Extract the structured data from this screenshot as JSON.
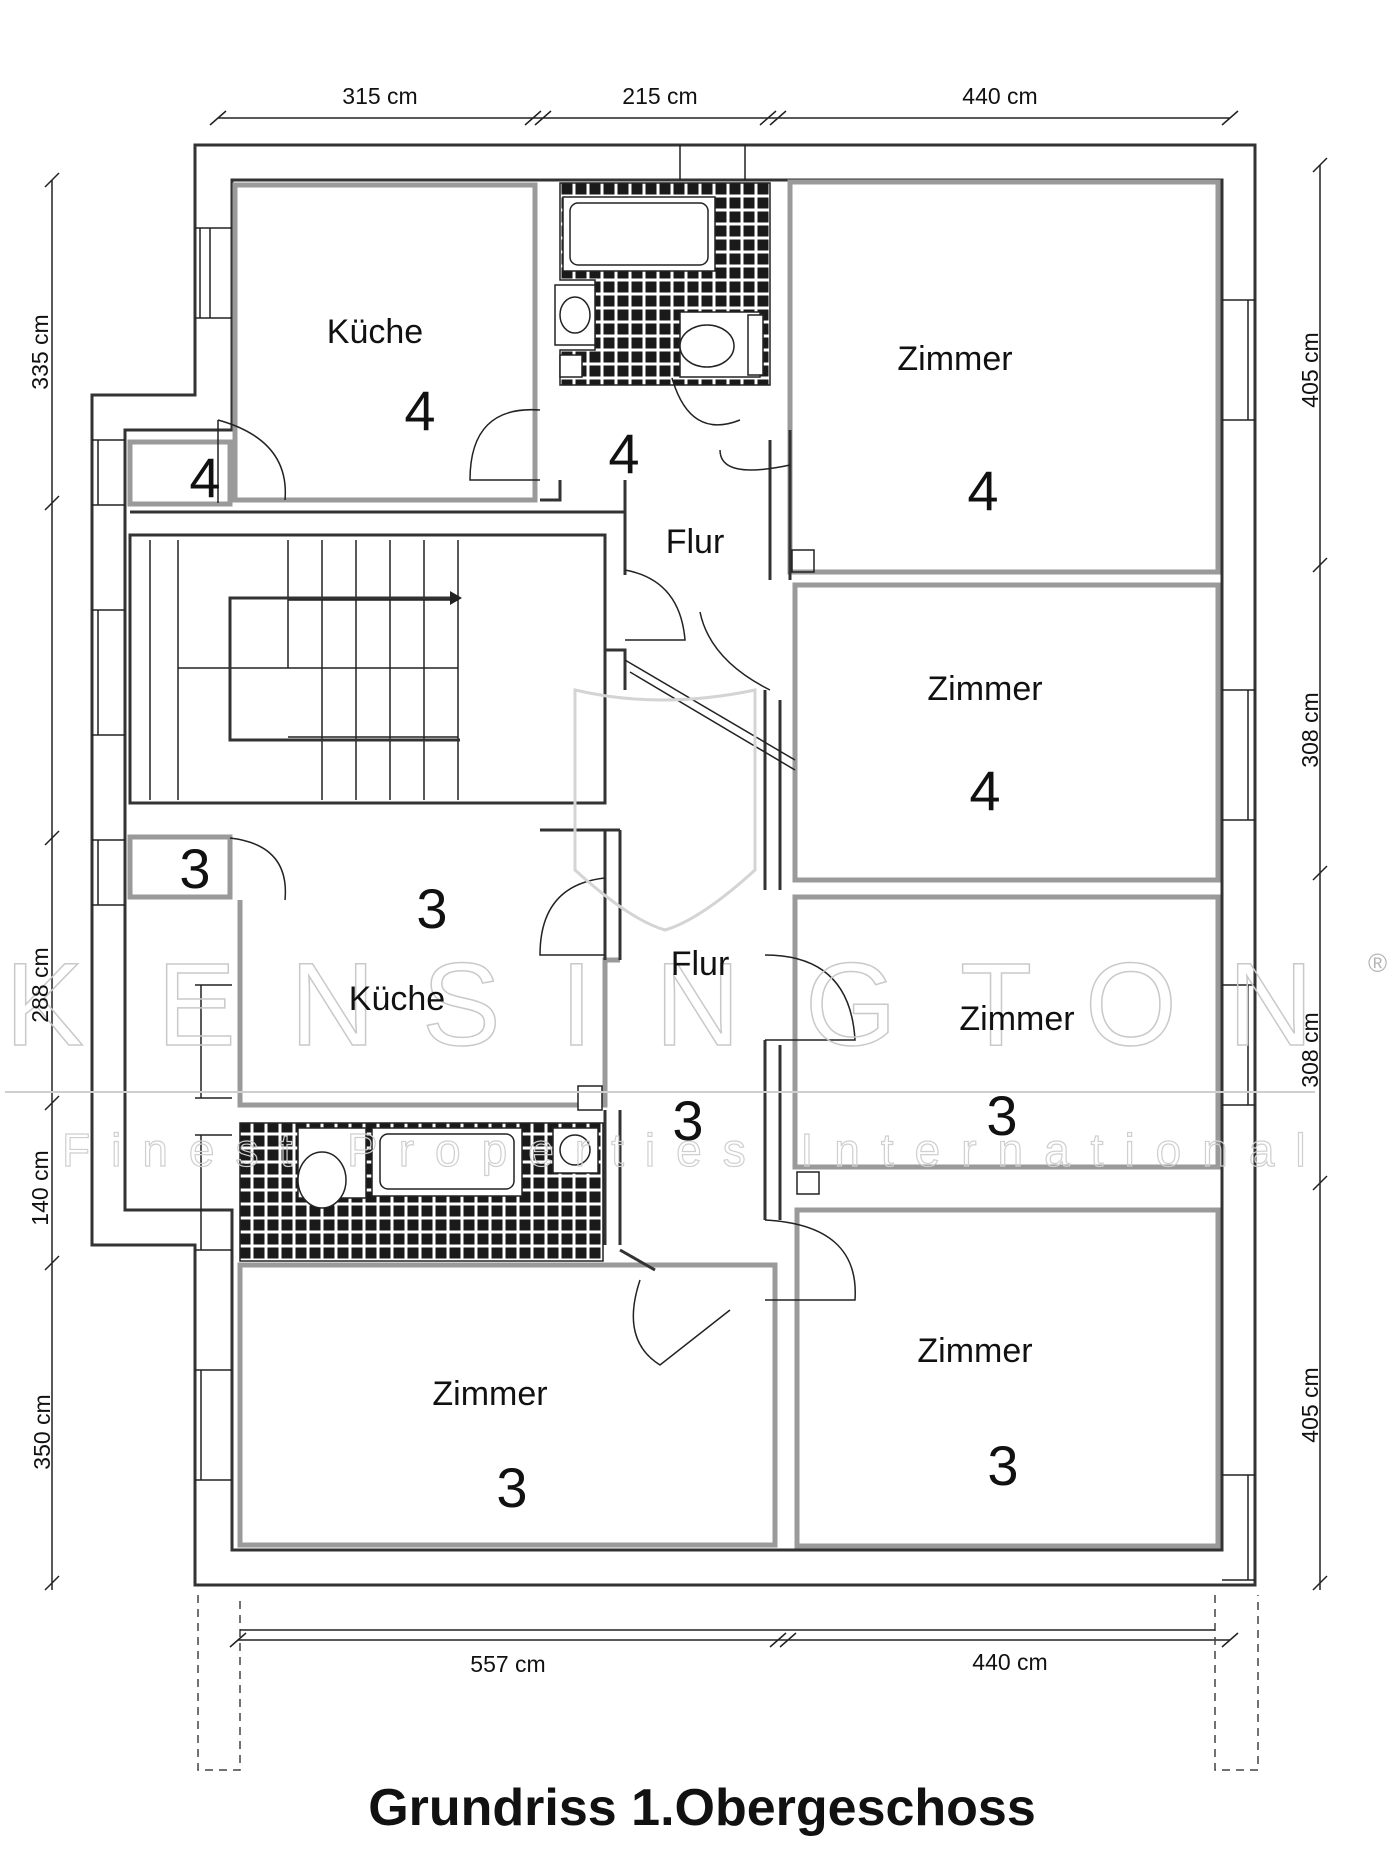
{
  "title": "Grundriss 1.Obergeschoss",
  "watermark": {
    "brand_letters": [
      "K",
      "E",
      "N",
      "S",
      "I",
      "N",
      "G",
      "T",
      "O",
      "N"
    ],
    "registered_mark": "®",
    "tagline": "Finest Properties International"
  },
  "dimensions": {
    "top": [
      "315 cm",
      "215 cm",
      "440 cm"
    ],
    "bottom": [
      "557 cm",
      "440 cm"
    ],
    "left": [
      "335 cm",
      "288 cm",
      "140 cm",
      "350 cm"
    ],
    "right": [
      "405 cm",
      "308 cm",
      "308 cm",
      "405 cm"
    ]
  },
  "rooms": {
    "kitchen_upper": {
      "name": "Küche",
      "unit": "4"
    },
    "pantry_upper": {
      "unit": "4"
    },
    "hall_upper_entry": {
      "unit": "4"
    },
    "hall_upper": {
      "name": "Flur"
    },
    "room_upper_right_top": {
      "name": "Zimmer",
      "unit": "4"
    },
    "room_upper_right_mid": {
      "name": "Zimmer",
      "unit": "4"
    },
    "pantry_lower": {
      "unit": "3"
    },
    "kitchen_lower": {
      "name": "Küche",
      "unit": "3"
    },
    "hall_lower": {
      "name": "Flur",
      "unit": "3"
    },
    "room_lower_right_mid": {
      "name": "Zimmer",
      "unit": "3"
    },
    "room_lower_left": {
      "name": "Zimmer",
      "unit": "3"
    },
    "room_lower_right_bottom": {
      "name": "Zimmer",
      "unit": "3"
    }
  }
}
